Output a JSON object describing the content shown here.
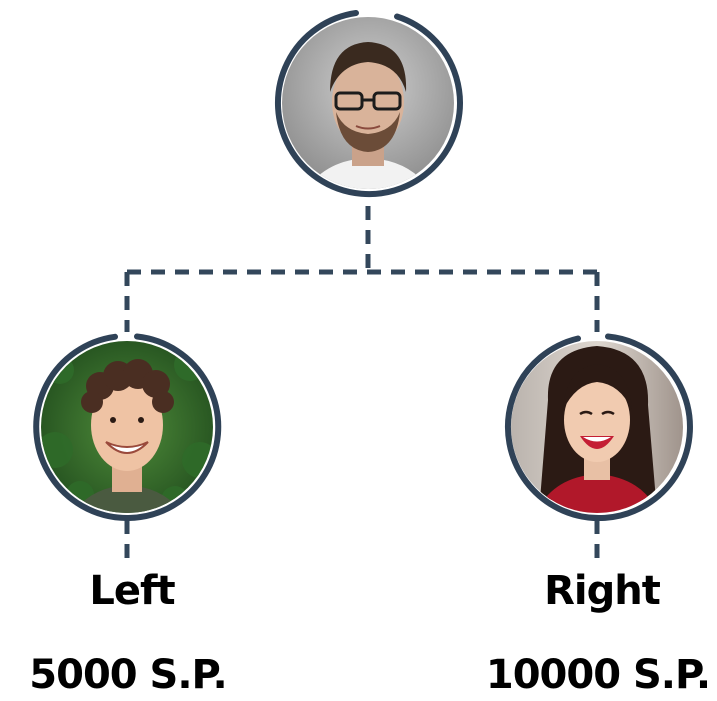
{
  "colors": {
    "ring": "#2f4257",
    "dash": "#33475b",
    "text": "#000000",
    "background": "#ffffff"
  },
  "top": {
    "avatar": "man-with-glasses-photo"
  },
  "left": {
    "name": "Left",
    "points": "5000 S.P.",
    "avatar": "smiling-young-man-photo"
  },
  "right": {
    "name": "Right",
    "points": "10000 S.P.",
    "avatar": "smiling-woman-photo"
  }
}
